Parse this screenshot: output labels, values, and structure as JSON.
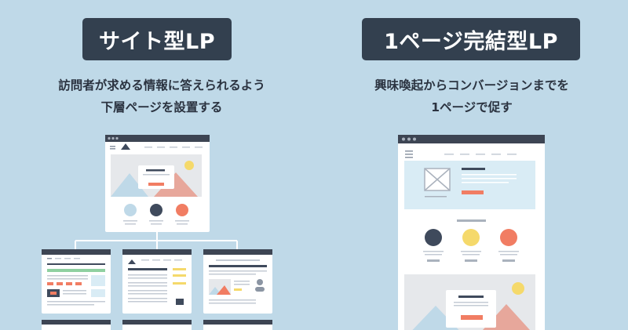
{
  "left": {
    "title": "サイト型LP",
    "caption_line1": "訪問者が求める情報に答えられるよう",
    "caption_line2": "下層ページを設置する"
  },
  "right": {
    "title": "1ページ完結型LP",
    "caption_line1": "興味喚起からコンバージョンまでを",
    "caption_line2": "1ページで促す"
  },
  "colors": {
    "background": "#bfd9e8",
    "title_bg": "#33404f",
    "browser_bar": "#3d4553",
    "accent_orange": "#f17d63",
    "accent_yellow": "#f5d96b",
    "accent_navy": "#3f4a5c",
    "accent_lightblue": "#bfd9e8",
    "accent_green": "#8fd0a0"
  }
}
